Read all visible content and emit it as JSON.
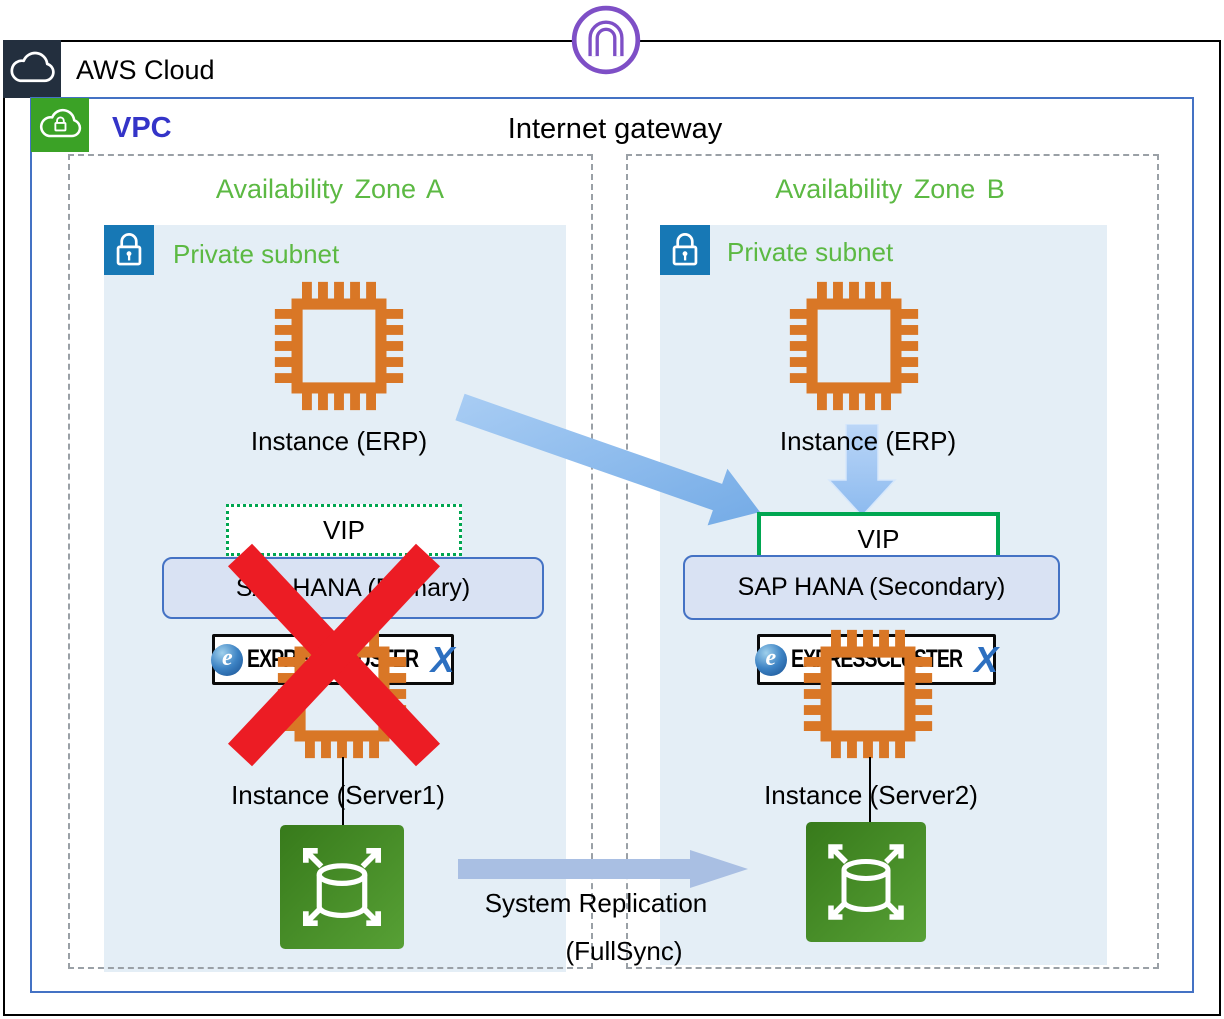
{
  "diagram": {
    "aws_cloud_label": "AWS Cloud",
    "vpc_label": "VPC",
    "internet_gateway_label": "Internet gateway",
    "zones": [
      {
        "name": "Availability Zone A",
        "subnet": "Private subnet",
        "erp_instance": "Instance (ERP)",
        "vip": "VIP",
        "sap": "SAP HANA (Primary)",
        "server_instance": "Instance (Server1)"
      },
      {
        "name": "Availability Zone B",
        "subnet": "Private subnet",
        "erp_instance": "Instance (ERP)",
        "vip": "VIP",
        "sap": "SAP HANA (Secondary)",
        "server_instance": "Instance (Server2)"
      }
    ],
    "cluster_logo": {
      "e": "e",
      "text": "EXPRESSCLUSTER",
      "x": "X"
    },
    "replication": {
      "line1": "System Replication",
      "line2": "(FullSync)"
    },
    "colors": {
      "aws_dark": "#232F3E",
      "vpc_border": "#4472C4",
      "vpc_label": "#3434C8",
      "green_label": "#5CB943",
      "subnet_fill": "#E4EEF6",
      "subnet_lock_bg": "#1778B5",
      "vpc_icon_bg": "#3BA226",
      "igw_purple": "#7E4FC6",
      "chip_orange": "#D97726",
      "sap_fill": "#D9E2F3",
      "vip_green": "#00A651",
      "db_green_dark": "#377A1B",
      "db_green_light": "#4C9A2F",
      "red_cross": "#EC1C24",
      "failover_arrow_blue": "#74ABE6",
      "vip_arrow_blue": "#8CBAEF",
      "replication_arrow_blue": "#A9BFE3"
    }
  }
}
